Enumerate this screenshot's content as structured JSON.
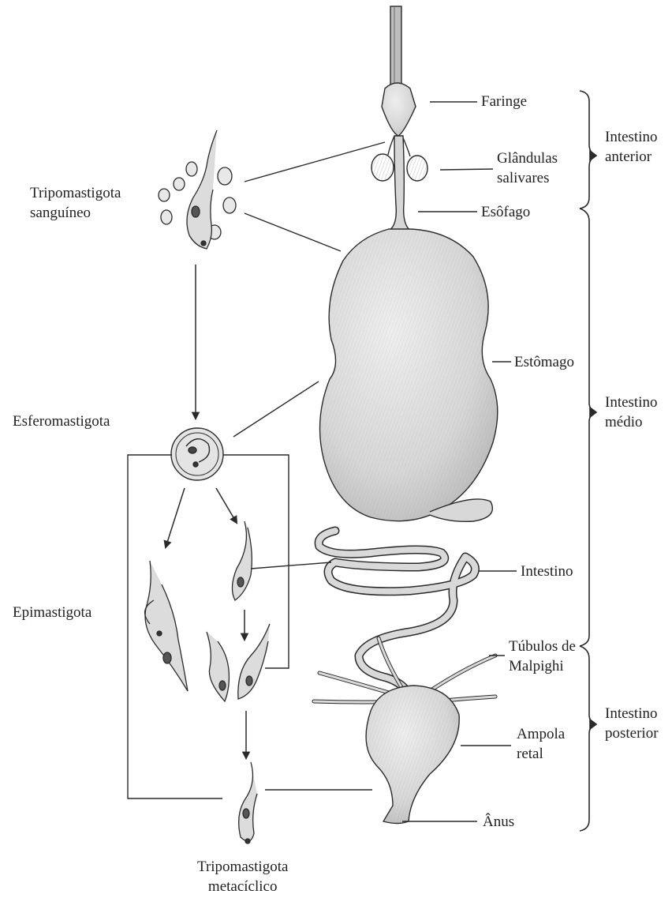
{
  "labels": {
    "tripo_sang": [
      "Tripomastigota",
      "sanguíneo"
    ],
    "esfero": "Esferomastigota",
    "epi": "Epimastigota",
    "tripo_meta": [
      "Tripomastigota",
      "metacíclico"
    ],
    "faringe": "Faringe",
    "glandulas": [
      "Glândulas",
      "salivares"
    ],
    "esofago": "Esôfago",
    "estomago": "Estômago",
    "intestino": "Intestino",
    "tubulos": [
      "Túbulos de",
      "Malpighi"
    ],
    "ampola": [
      "Ampola",
      "retal"
    ],
    "anus": "Ânus"
  },
  "sections": {
    "anterior": [
      "Intestino",
      "anterior"
    ],
    "medio": [
      "Intestino",
      "médio"
    ],
    "posterior": [
      "Intestino",
      "posterior"
    ]
  },
  "colors": {
    "ink": "#2a2a2a",
    "organ_fill": "#dcdcdc",
    "organ_shade": "#c4c4c4",
    "background": "#ffffff"
  }
}
